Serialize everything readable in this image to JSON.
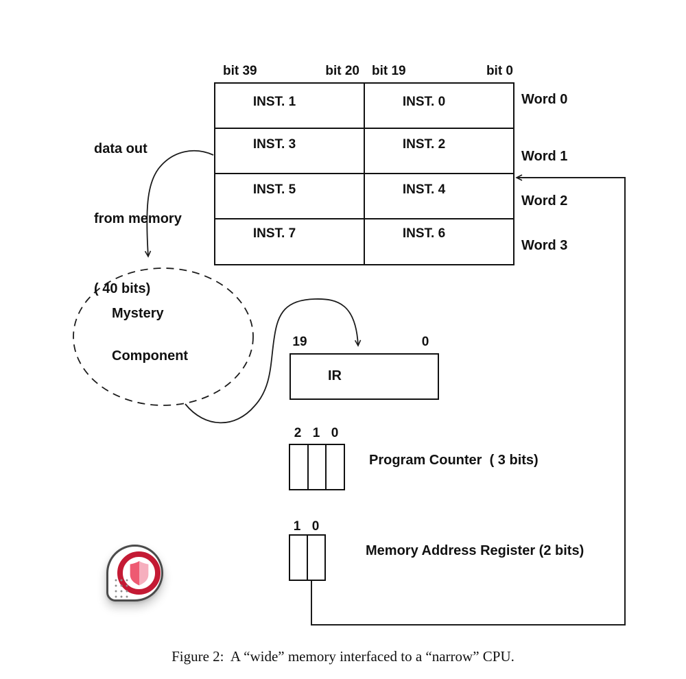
{
  "memory": {
    "bit_labels": [
      "bit 39",
      "bit 20",
      "bit 19",
      "bit 0"
    ],
    "rows": [
      [
        "INST. 1",
        "INST. 0"
      ],
      [
        "INST. 3",
        "INST. 2"
      ],
      [
        "INST. 5",
        "INST. 4"
      ],
      [
        "INST. 7",
        "INST. 6"
      ]
    ],
    "word_labels": [
      "Word 0",
      "Word 1",
      "Word 2",
      "Word 3"
    ]
  },
  "data_out": {
    "line1": "data out",
    "line2": "from memory",
    "line3": "( 40 bits)"
  },
  "mystery": {
    "line1": "Mystery",
    "line2": "Component"
  },
  "ir": {
    "name": "IR",
    "bit_high": "19",
    "bit_low": "0"
  },
  "pc": {
    "bit_labels": [
      "2",
      "1",
      "0"
    ],
    "caption": "Program Counter  ( 3 bits)"
  },
  "mar": {
    "bit_labels": [
      "1",
      "0"
    ],
    "caption": "Memory Address Register (2 bits)"
  },
  "figure_caption": "Figure 2:  A “wide” memory interfaced to a “narrow” CPU.",
  "colors": {
    "line": "#1b1b1b",
    "logo_ring": "#c41a34",
    "logo_shield_left": "#ee5a72",
    "logo_shield_right": "#f6afbe"
  }
}
